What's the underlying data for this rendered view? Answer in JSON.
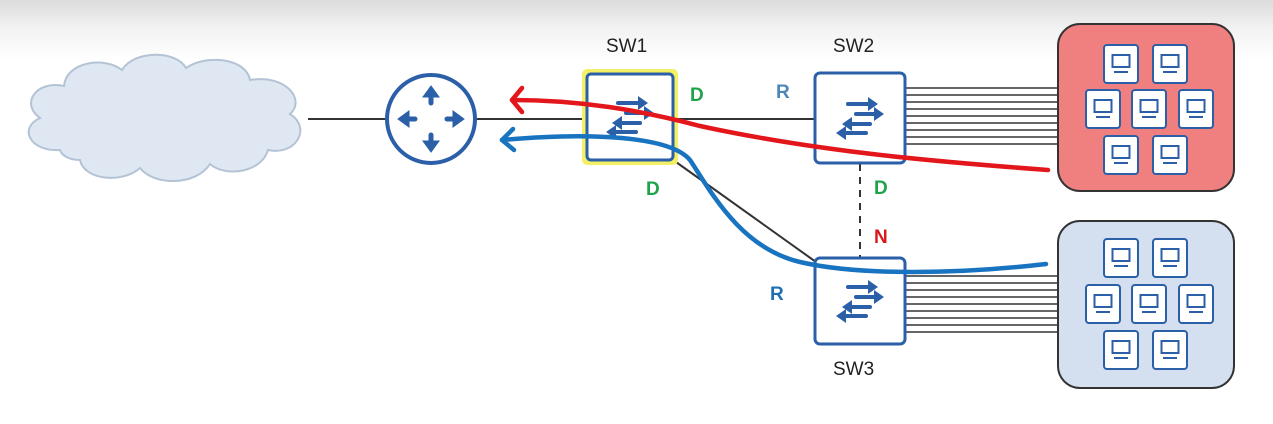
{
  "devices": {
    "sw1": "SW1",
    "sw2": "SW2",
    "sw3": "SW3"
  },
  "port_roles": {
    "sw1_to_sw2": {
      "text": "D",
      "color": "#1fa34a"
    },
    "sw2_to_sw1": {
      "text": "R",
      "color": "#4f86b8"
    },
    "sw1_to_sw3": {
      "text": "D",
      "color": "#1fa34a"
    },
    "sw2_to_sw3": {
      "text": "D",
      "color": "#1fa34a"
    },
    "sw3_to_sw2": {
      "text": "N",
      "color": "#d7191c"
    },
    "sw3_to_sw1": {
      "text": "R",
      "color": "#1f6fb5"
    }
  },
  "colors": {
    "device_blue": "#2b5fa8",
    "device_fill": "#dbe6f4",
    "root_highlight": "#f4f066",
    "red_path": "#e3161b",
    "blue_path": "#1874c0",
    "red_group_fill": "#f08080",
    "blue_group_fill": "#d4dff0"
  },
  "icons": {
    "cloud": "cloud-icon",
    "router": "router-icon",
    "switch": "switch-icon",
    "pc": "pc-icon"
  },
  "pc_groups": {
    "red_group_pc_count": 7,
    "blue_group_pc_count": 7
  }
}
